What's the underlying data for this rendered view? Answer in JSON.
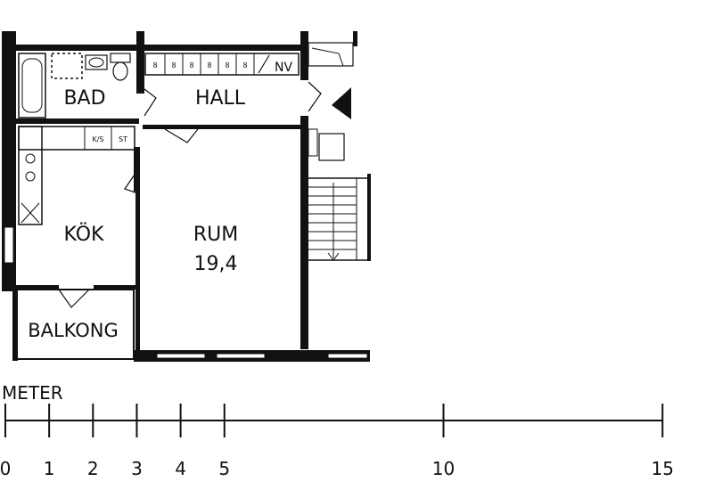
{
  "rooms": {
    "bad": "BAD",
    "hall": "HALL",
    "kok": "KÖK",
    "rum": "RUM",
    "rum_area": "19,4",
    "balkong": "BALKONG"
  },
  "fixtures": {
    "kitchen_tag_1": "K/S",
    "kitchen_tag_2": "ST",
    "hall_tag": "NV"
  },
  "scale": {
    "unit_label": "METER",
    "ticks": [
      {
        "label": "0",
        "m": 0
      },
      {
        "label": "1",
        "m": 1
      },
      {
        "label": "2",
        "m": 2
      },
      {
        "label": "3",
        "m": 3
      },
      {
        "label": "4",
        "m": 4
      },
      {
        "label": "5",
        "m": 5
      },
      {
        "label": "10",
        "m": 10
      },
      {
        "label": "15",
        "m": 15
      }
    ]
  },
  "colors": {
    "ink": "#111111",
    "paper": "#ffffff"
  }
}
